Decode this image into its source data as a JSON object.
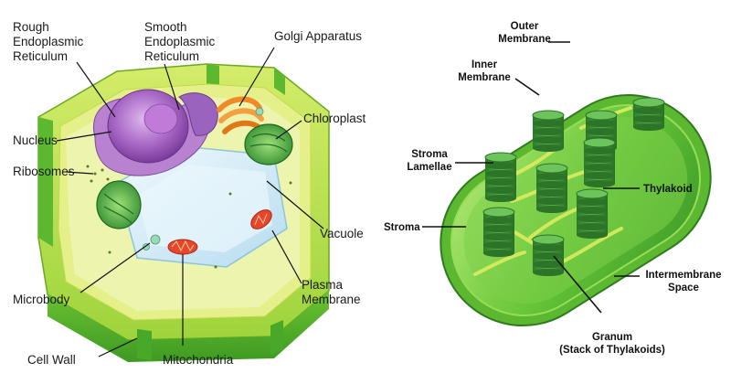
{
  "plant_cell": {
    "labels": {
      "rough_er_1": "Rough",
      "rough_er_2": "Endoplasmic",
      "rough_er_3": "Reticulum",
      "smooth_er_1": "Smooth",
      "smooth_er_2": "Endoplasmic",
      "smooth_er_3": "Reticulum",
      "golgi": "Golgi Apparatus",
      "chloroplast": "Chloroplast",
      "nucleus": "Nucleus",
      "ribosomes": "Ribosomes",
      "vacuole": "Vacuole",
      "plasma_1": "Plasma",
      "plasma_2": "Membrane",
      "microbody": "Microbody",
      "cell_wall": "Cell Wall",
      "mitochondria": "Mitochondria"
    }
  },
  "chloroplast": {
    "labels": {
      "outer_1": "Outer",
      "outer_2": "Membrane",
      "inner_1": "Inner",
      "inner_2": "Membrane",
      "stroma_lam_1": "Stroma",
      "stroma_lam_2": "Lamellae",
      "thylakoid": "Thylakoid",
      "stroma": "Stroma",
      "intermembrane_1": "Intermembrane",
      "intermembrane_2": "Space",
      "granum_1": "Granum",
      "granum_2": "(Stack of Thylakoids)"
    }
  },
  "colors": {
    "cell_wall_light": "#c8e85a",
    "cell_wall_dark": "#5cb82e",
    "nucleus": "#a968c8",
    "vacuole": "#d8eef8",
    "golgi": "#f08a28",
    "mitochondria": "#e8452a",
    "chloroplast_green": "#3d9a3a",
    "chloroplast_body": "#6ec83c"
  }
}
